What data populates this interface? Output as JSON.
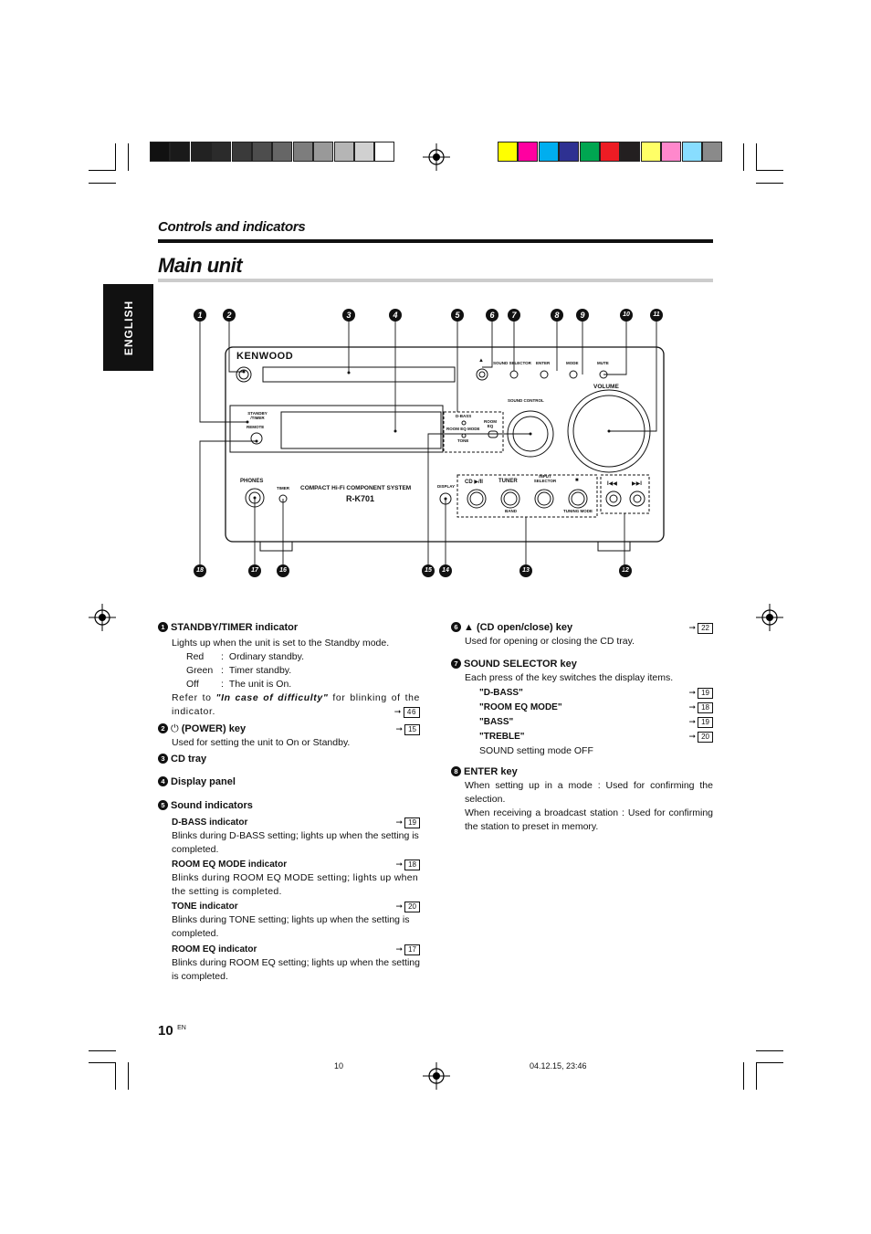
{
  "section_title": "Controls and indicators",
  "main_title": "Main unit",
  "language_tab": "ENGLISH",
  "callouts": {
    "top": [
      "1",
      "2",
      "3",
      "4",
      "5",
      "6",
      "7",
      "8",
      "9",
      "10",
      "11"
    ],
    "bottom": [
      "18",
      "17",
      "16",
      "15",
      "14",
      "13",
      "12"
    ]
  },
  "device": {
    "brand": "KENWOOD",
    "model_name": "COMPACT Hi-Fi COMPONENT SYSTEM",
    "model": "R-K701",
    "labels": {
      "standby_timer": "STANDBY /TIMER",
      "remote": "REMOTE",
      "d_bass": "D-BASS",
      "room_eq_mode": "ROOM EQ MODE",
      "tone": "TONE",
      "room_eq": "ROOM EQ",
      "sound_control": "SOUND CONTROL",
      "volume": "VOLUME",
      "sound_selector": "SOUND SELECTOR",
      "enter": "ENTER",
      "mode": "MODE",
      "mute": "MUTE",
      "phones": "PHONES",
      "timer": "TIMER",
      "display": "DISPLAY",
      "cd": "CD ▶/II",
      "tuner": "TUNER",
      "input_selector": "INPUT SELECTOR",
      "stop": "■",
      "band": "BAND",
      "tuning_mode": "TUNING MODE",
      "prev": "I◀◀",
      "next": "▶▶I",
      "eject": "▲"
    }
  },
  "left_column": {
    "item1": {
      "num": "1",
      "title": "STANDBY/TIMER indicator",
      "desc": "Lights up when the unit is set to the Standby mode.",
      "states": [
        {
          "color": "Red",
          "sep": ":",
          "meaning": "Ordinary standby."
        },
        {
          "color": "Green",
          "sep": ":",
          "meaning": "Timer standby."
        },
        {
          "color": "Off",
          "sep": ":",
          "meaning": "The unit is On."
        }
      ],
      "refer_pre": "Refer to",
      "refer_em": "\"In case of difficulty\"",
      "refer_post": "for blinking of the indicator.",
      "ref": "46"
    },
    "item2": {
      "num": "2",
      "title": "(POWER) key",
      "desc": "Used for setting the unit to On or Standby.",
      "ref": "15"
    },
    "item3": {
      "num": "3",
      "title": "CD tray"
    },
    "item4": {
      "num": "4",
      "title": "Display panel"
    },
    "item5": {
      "num": "5",
      "title": "Sound indicators",
      "subs": [
        {
          "title": "D-BASS indicator",
          "ref": "19",
          "desc": "Blinks during D-BASS setting; lights up when the setting is completed."
        },
        {
          "title": "ROOM EQ MODE indicator",
          "ref": "18",
          "desc": "Blinks during ROOM EQ MODE setting; lights up when the setting is completed."
        },
        {
          "title": "TONE indicator",
          "ref": "20",
          "desc": "Blinks during TONE setting; lights up when the setting is completed."
        },
        {
          "title": "ROOM EQ indicator",
          "ref": "17",
          "desc": "Blinks during ROOM EQ setting; lights up when the setting is completed."
        }
      ]
    }
  },
  "right_column": {
    "item6": {
      "num": "6",
      "title": "▲ (CD open/close) key",
      "desc": "Used for opening or closing the CD tray.",
      "ref": "22"
    },
    "item7": {
      "num": "7",
      "title": "SOUND SELECTOR key",
      "desc": "Each press of the key switches the display items.",
      "options": [
        {
          "label": "\"D-BASS\"",
          "ref": "19"
        },
        {
          "label": "\"ROOM EQ MODE\"",
          "ref": "18"
        },
        {
          "label": "\"BASS\"",
          "ref": "19"
        },
        {
          "label": "\"TREBLE\"",
          "ref": "20"
        }
      ],
      "off_text": "SOUND setting mode OFF"
    },
    "item8": {
      "num": "8",
      "title": "ENTER key",
      "desc1": "When setting up in a mode : Used for confirming the selection.",
      "desc2": "When receiving a broadcast station : Used for confirming the station to preset in memory."
    }
  },
  "ref_arrow": "➞",
  "page_number": "10",
  "page_lang": "EN",
  "footer_page": "10",
  "footer_timestamp": "04.12.15, 23:46",
  "colors": {
    "gray_bar": [
      "#111111",
      "#1a1a1a",
      "#222222",
      "#2b2b2b",
      "#3a3a3a",
      "#4d4d4d",
      "#666666",
      "#7d7d7d",
      "#999999",
      "#b5b5b5",
      "#d0d0d0",
      "#ffffff"
    ],
    "color_bar": [
      "#ffff00",
      "#ff00a0",
      "#00aeef",
      "#2e3192",
      "#00a651",
      "#ed1c24",
      "#231f20",
      "#ffff66",
      "#ff88cc",
      "#88ddff",
      "#8a8a8a"
    ]
  }
}
